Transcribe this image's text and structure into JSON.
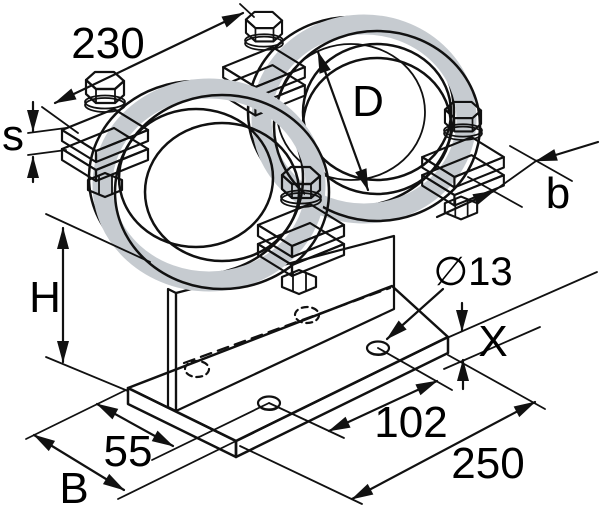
{
  "labels": {
    "clamp_spacing": "230",
    "strap_thickness": "s",
    "pipe_diameter": "D",
    "strap_width": "b",
    "support_height": "H",
    "hole_diameter": "∅13",
    "plate_thickness": "X",
    "hole_pitch": "102",
    "hole_offset": "55",
    "base_length": "250",
    "base_width": "B"
  },
  "colors": {
    "line": "#111111",
    "background": "#ffffff",
    "metal_light": "#f4f6f7",
    "metal_mid": "#c3c8cd",
    "metal_dark": "#9aa0a6"
  }
}
